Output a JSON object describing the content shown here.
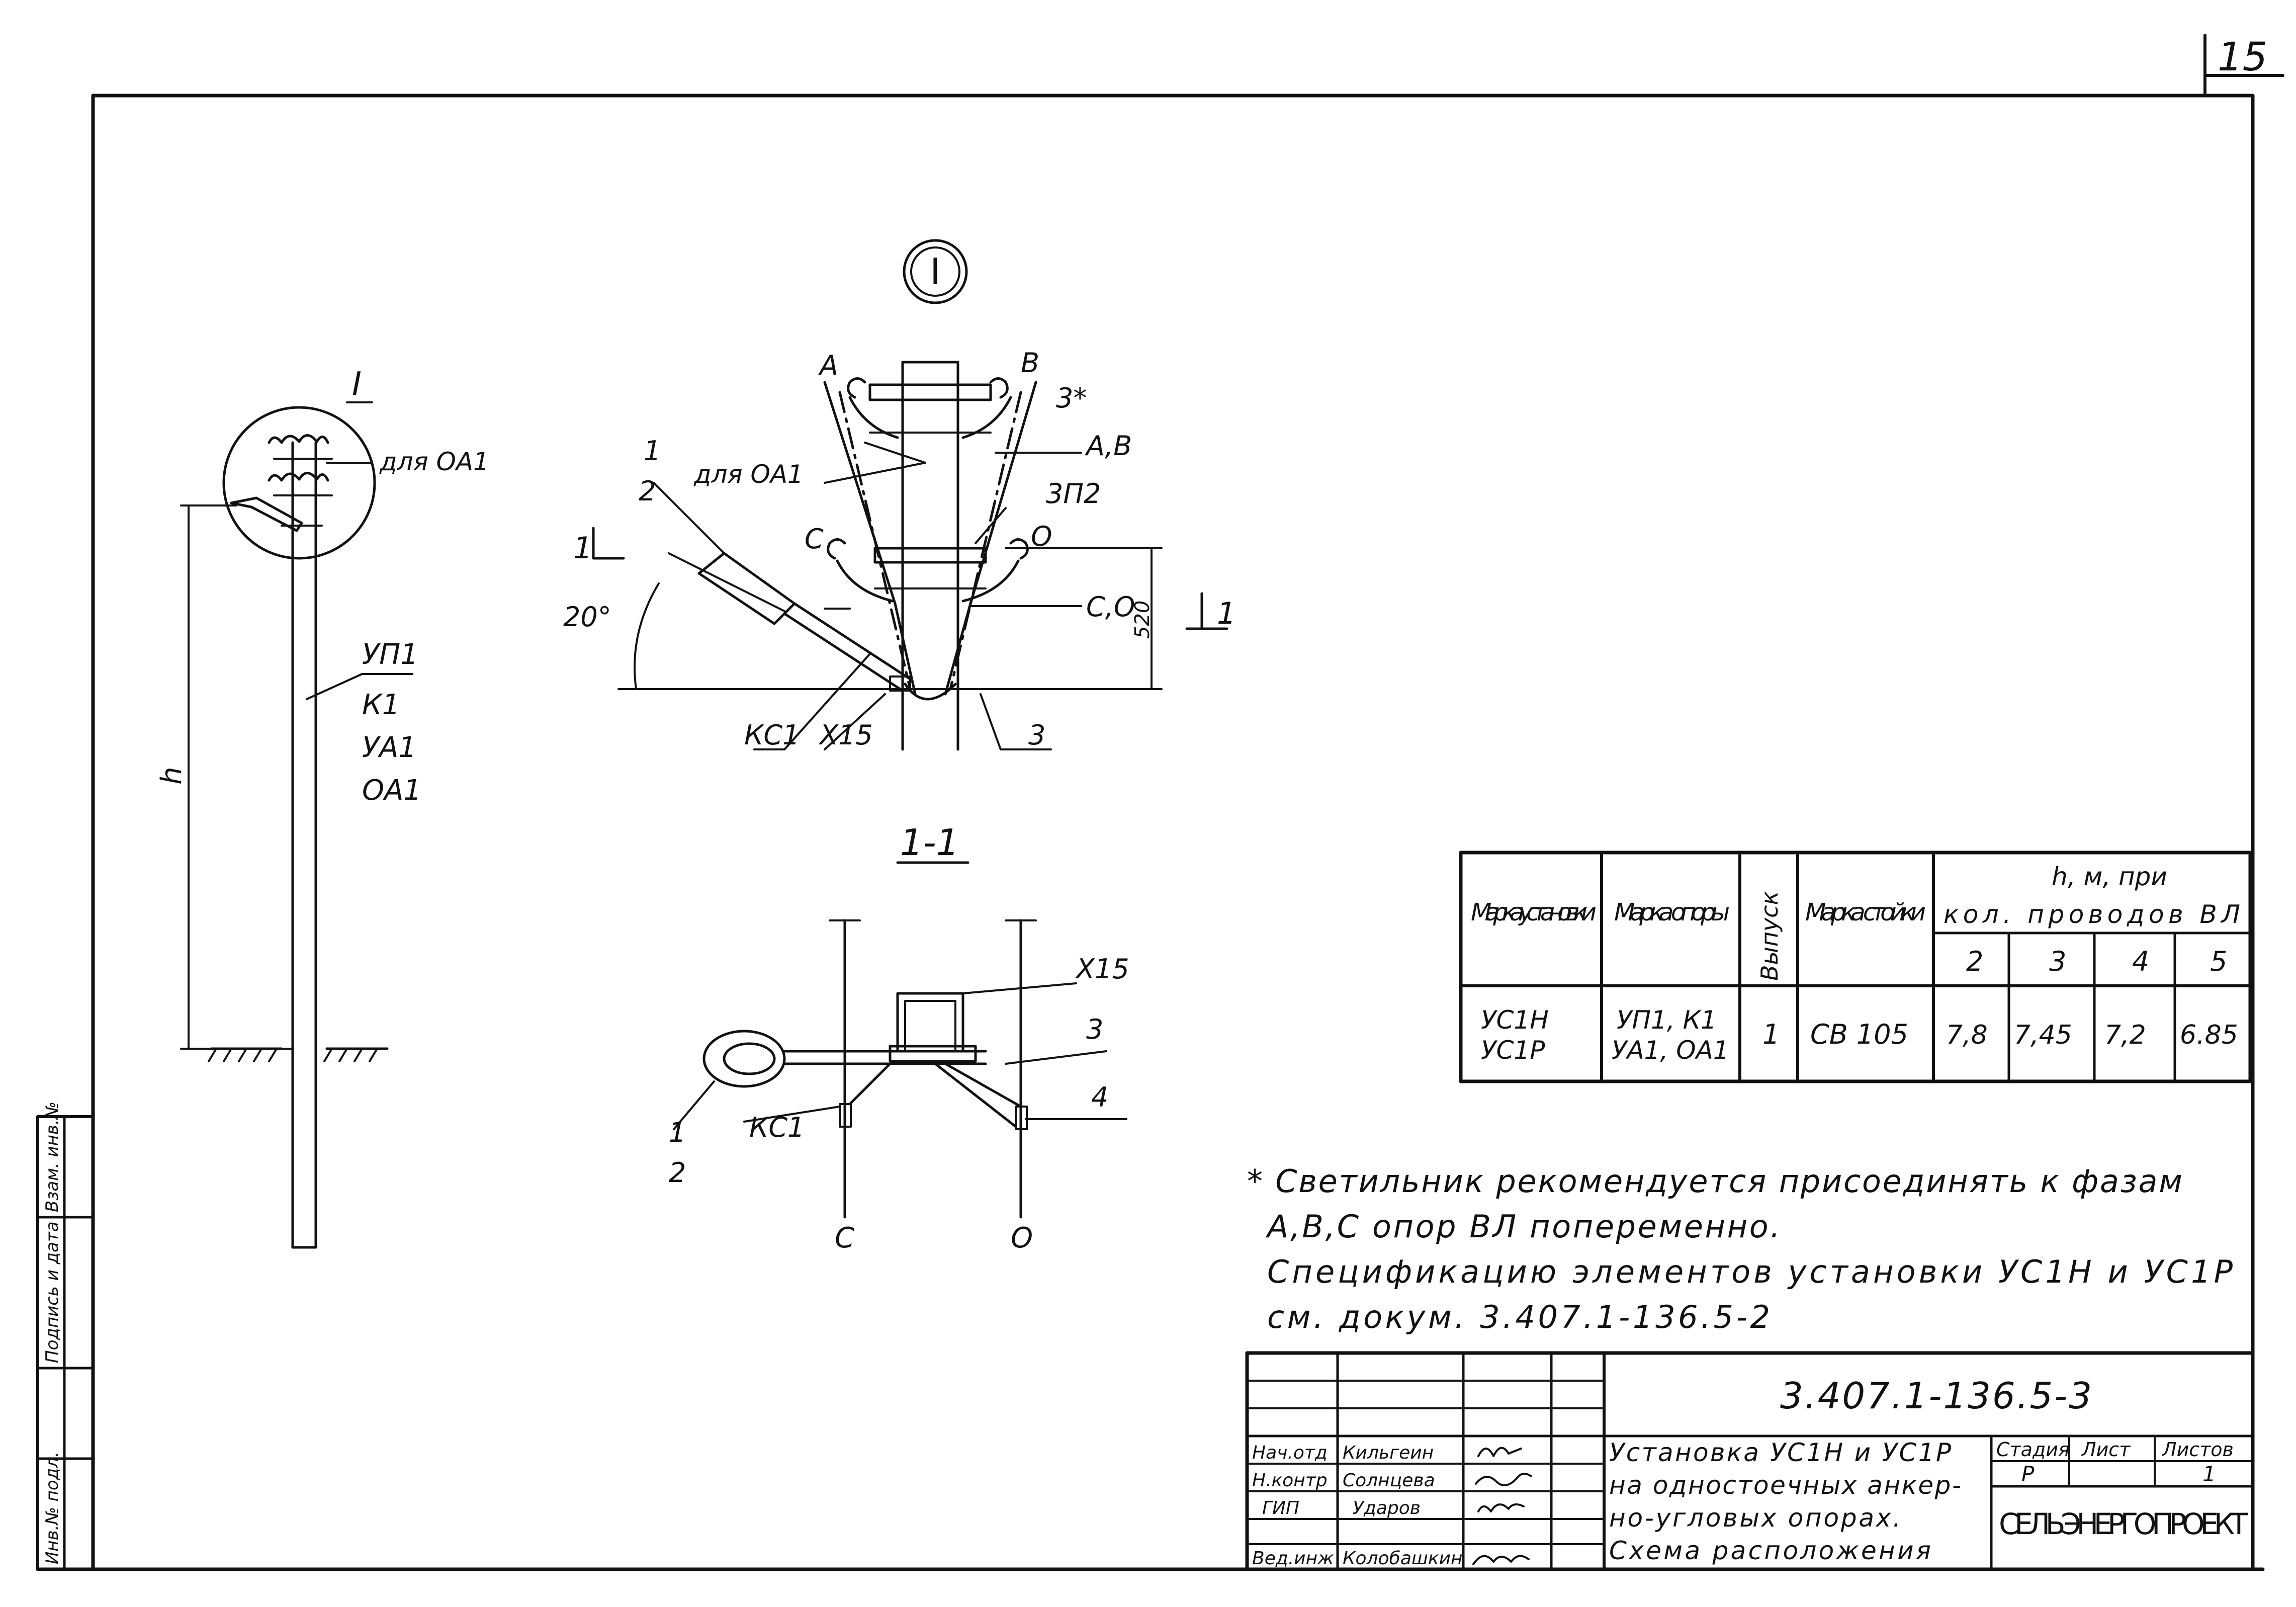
{
  "sheet_number": "15",
  "node_marker": "I",
  "pole": {
    "callout": "I",
    "label_for_oa1": "для ОА1",
    "height_dim": "h",
    "supports": [
      "УП1",
      "К1",
      "УА1",
      "ОА1"
    ]
  },
  "detail_top": {
    "phase_a": "А",
    "phase_b": "В",
    "phase_c": "С",
    "phase_o": "О",
    "note_3star": "3*",
    "label_ab": "А,В",
    "label_co": "С,О",
    "label_for_oa1": "для ОА1",
    "item_1": "1",
    "item_2": "2",
    "item_3": "3",
    "item_3p2": "3П2",
    "item_ks1": "КС1",
    "item_x15": "Х15",
    "angle": "20°",
    "dim_520": "520",
    "section_left": "1",
    "section_right": "1"
  },
  "section_view": {
    "title": "1-1",
    "item_x15": "Х15",
    "item_3": "3",
    "item_4": "4",
    "item_ks1": "КС1",
    "item_1": "1",
    "item_2": "2",
    "wire_c": "С",
    "wire_o": "О"
  },
  "table": {
    "col_install": "Марка установки",
    "col_support": "Марка опоры",
    "col_issue": "Выпуск",
    "col_post": "Марка стойки",
    "col_h": "h, м, при",
    "col_wires": "кол. проводов  ВЛ",
    "wire_counts": [
      "2",
      "3",
      "4",
      "5"
    ],
    "row": {
      "install_1": "УС1Н",
      "install_2": "УС1Р",
      "support_1": "УП1, К1",
      "support_2": "УА1, ОА1",
      "issue": "1",
      "post": "СВ 105",
      "heights": [
        "7,8",
        "7,45",
        "7,2",
        "6.85"
      ]
    }
  },
  "notes": [
    "* Светильник  рекомендуется  присоединять  к  фазам",
    "А,В,С  опор  ВЛ  попеременно.",
    "Спецификацию  элементов  установки  УС1Н  и  УС1Р",
    "см. докум.  3.407.1-136.5-2"
  ],
  "title_block": {
    "doc_code": "3.407.1-136.5-3",
    "title_lines": [
      "Установка УС1Н и УС1Р",
      "на одностоечных анкер-",
      "но-угловых опорах.",
      "Схема расположения"
    ],
    "stage_label": "Стадия",
    "sheet_label": "Лист",
    "sheets_label": "Листов",
    "stage_value": "Р",
    "sheet_value": "",
    "sheets_value": "1",
    "organization": "СЕЛЬЭНЕРГОПРОЕКТ",
    "roles": [
      {
        "role": "Нач.отд",
        "name": "Кильгеин"
      },
      {
        "role": "Н.контр",
        "name": "Солнцева"
      },
      {
        "role": "ГИП",
        "name": "Ударов"
      },
      {
        "role": "Вед.инж",
        "name": "Колобашкин"
      }
    ]
  },
  "side_stamp": {
    "inv_no": "Инв.№ подл.",
    "sign_date": "Подпись и дата",
    "replace_inv": "Взам. инв.№"
  }
}
